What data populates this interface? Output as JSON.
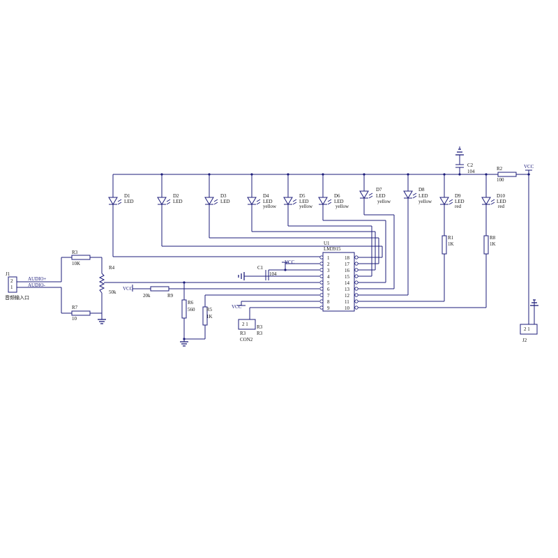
{
  "connectors": {
    "j1": {
      "ref": "J1",
      "caption": "音频输入口",
      "pin2": "2",
      "pin1": "1"
    },
    "j2": {
      "ref": "J2",
      "pins": "2 1"
    },
    "con2": {
      "ref": "R3",
      "type": "CON2",
      "pins": "2 1",
      "ref2": "R3"
    }
  },
  "nets": {
    "audio_plus": "AUDIO+",
    "audio_minus": "AUDIO-",
    "vcc": "VCC"
  },
  "ic": {
    "ref": "U1",
    "part": "LM3915",
    "left_pins": [
      "1",
      "2",
      "3",
      "4",
      "5",
      "6",
      "7",
      "8",
      "9"
    ],
    "right_pins": [
      "18",
      "17",
      "16",
      "15",
      "14",
      "13",
      "12",
      "11",
      "10"
    ]
  },
  "resistors": {
    "r1": {
      "ref": "R1",
      "value": "1K"
    },
    "r2": {
      "ref": "R2",
      "value": "100"
    },
    "r3": {
      "ref": "R3",
      "value": "10K"
    },
    "r4": {
      "ref": "R4",
      "value": "50k"
    },
    "r5": {
      "ref": "R5",
      "value": "1K"
    },
    "r6": {
      "ref": "R6",
      "value": "560"
    },
    "r7": {
      "ref": "R7",
      "value": "10"
    },
    "r8": {
      "ref": "R8",
      "value": "1K"
    },
    "r9": {
      "ref": "R9",
      "value": "20k"
    }
  },
  "capacitors": {
    "c1": {
      "ref": "C1",
      "value": "104"
    },
    "c2": {
      "ref": "C2",
      "value": "104"
    }
  },
  "leds": [
    {
      "ref": "D1",
      "type": "LED",
      "color": ""
    },
    {
      "ref": "D2",
      "type": "LED",
      "color": ""
    },
    {
      "ref": "D3",
      "type": "LED",
      "color": ""
    },
    {
      "ref": "D4",
      "type": "LED",
      "color": "yellow"
    },
    {
      "ref": "D5",
      "type": "LED",
      "color": "yellow"
    },
    {
      "ref": "D6",
      "type": "LED",
      "color": "yellow"
    },
    {
      "ref": "D7",
      "type": "LED",
      "color": "yellow"
    },
    {
      "ref": "D8",
      "type": "LED",
      "color": "yellow"
    },
    {
      "ref": "D9",
      "type": "LED",
      "color": "red"
    },
    {
      "ref": "D10",
      "type": "LED",
      "color": "red"
    }
  ],
  "colors": {
    "wire": "#1b1b7a",
    "text": "#111111",
    "background": "#ffffff"
  }
}
